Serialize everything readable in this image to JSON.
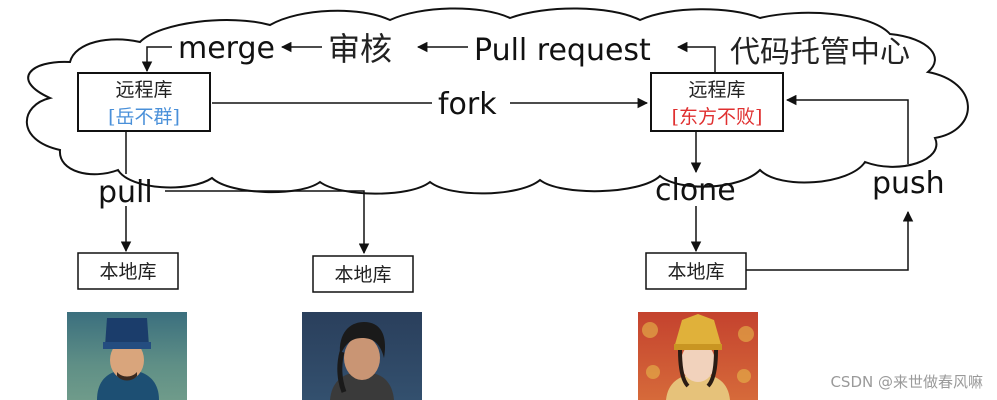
{
  "cloud": {
    "title": "代码托管中心"
  },
  "remote_left": {
    "title": "远程库",
    "owner": "[岳不群]",
    "owner_color": "#4a90d9"
  },
  "remote_right": {
    "title": "远程库",
    "owner": "[东方不败]",
    "owner_color": "#e03030"
  },
  "flow": {
    "merge": "merge",
    "review": "审核",
    "pull_request": "Pull request",
    "fork": "fork",
    "pull": "pull",
    "clone": "clone",
    "push": "push"
  },
  "local_repos": [
    {
      "label": "本地库"
    },
    {
      "label": "本地库"
    },
    {
      "label": "本地库"
    }
  ],
  "photos": [
    {
      "subject": "portrait-man-blue-hat"
    },
    {
      "subject": "portrait-young-man"
    },
    {
      "subject": "portrait-woman-gold-crown"
    }
  ],
  "watermark": "CSDN @来世做春风嘛"
}
